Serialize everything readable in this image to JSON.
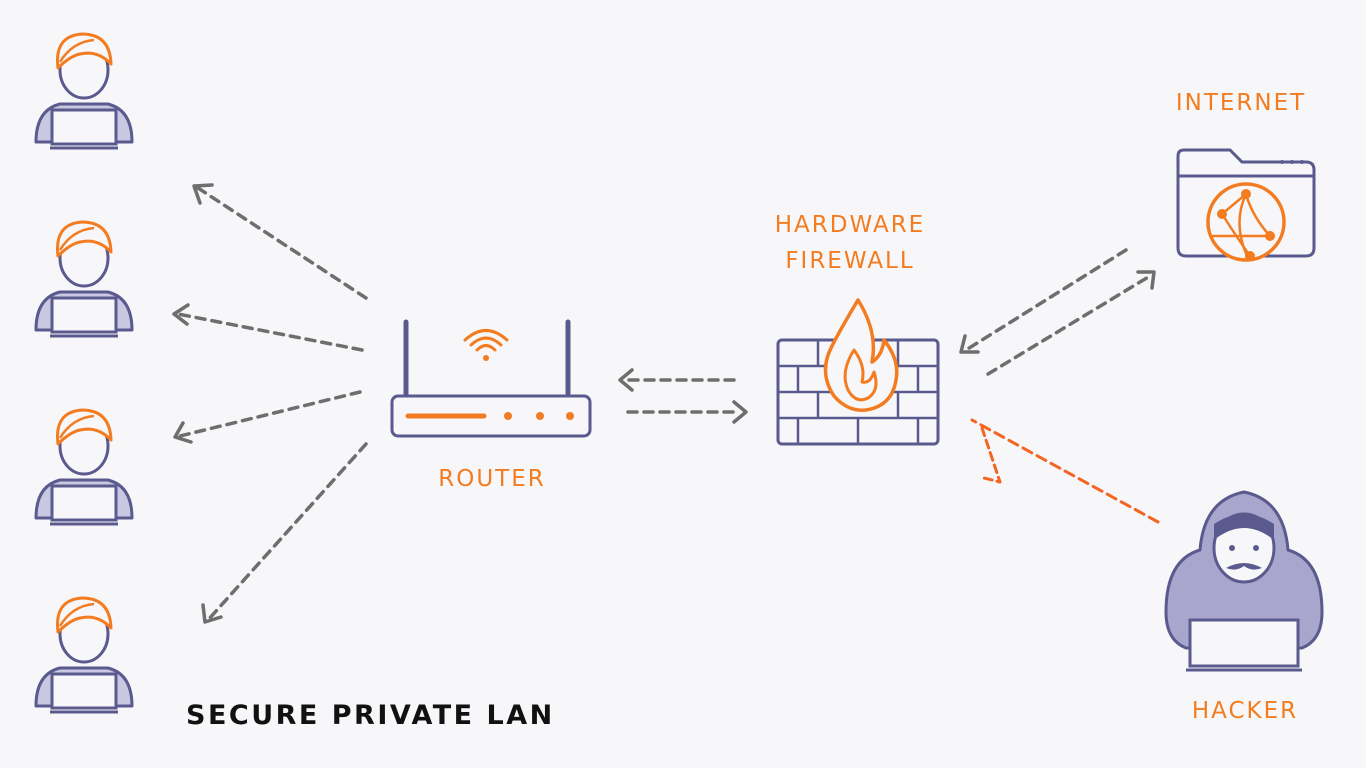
{
  "labels": {
    "internet": "INTERNET",
    "firewall_line1": "HARDWARE",
    "firewall_line2": "FIREWALL",
    "router": "ROUTER",
    "hacker": "HACKER"
  },
  "caption": "SECURE PRIVATE LAN",
  "colors": {
    "background": "#f7f7fa",
    "accent": "#f47c20",
    "outline": "#5b5a8e",
    "fill": "#c9c7e2",
    "arrow": "#6e6e6e",
    "attack_arrow": "#f26522",
    "caption": "#111111"
  },
  "icons": {
    "users": [
      "user-laptop-icon",
      "user-laptop-icon",
      "user-laptop-icon",
      "user-laptop-icon"
    ],
    "router": "wifi-router-icon",
    "firewall": "firewall-icon",
    "internet": "globe-browser-icon",
    "hacker": "hacker-icon"
  }
}
